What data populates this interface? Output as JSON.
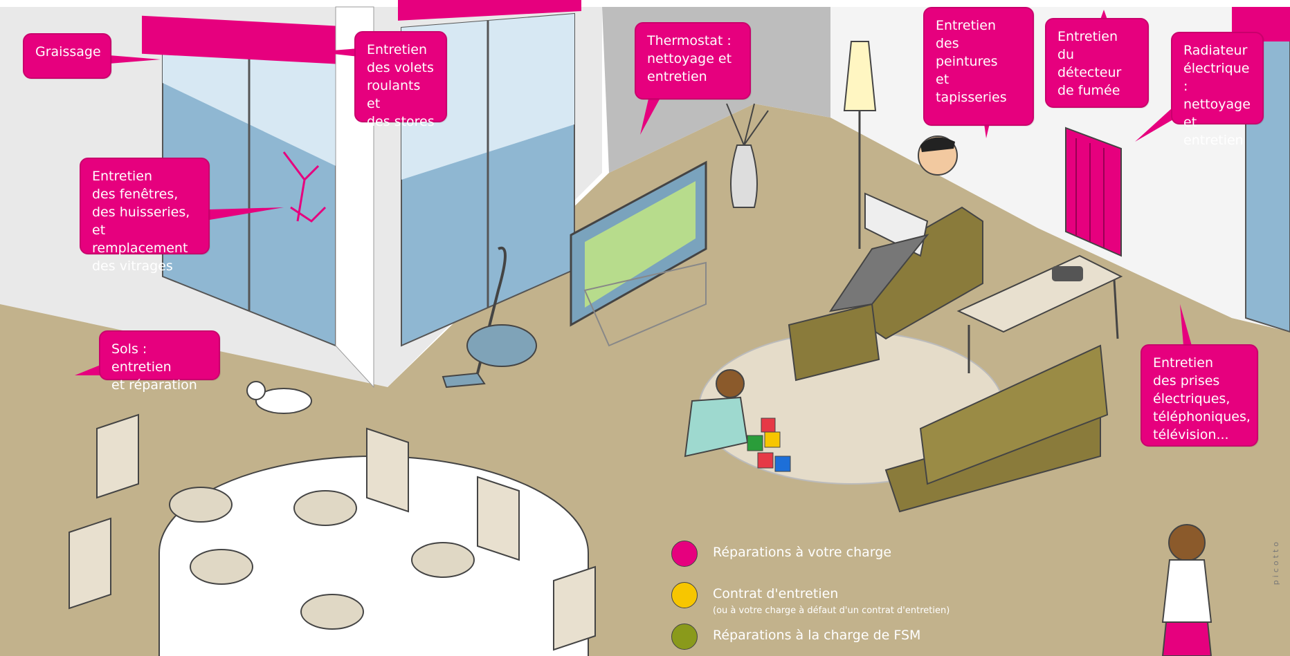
{
  "colors": {
    "magenta": "#e6007e",
    "yellow": "#f7c600",
    "olive": "#8a9a1b",
    "floor": "#c2b28c",
    "wall": "#eeeeee"
  },
  "callouts": {
    "graissage": "Graissage",
    "volets": "Entretien\ndes volets\nroulants et\ndes stores",
    "thermostat": "Thermostat :\nnettoyage et\nentretien",
    "peintures": "Entretien\ndes peintures\net tapisseries",
    "detecteur": "Entretien\ndu détecteur\nde fumée",
    "radiateur": "Radiateur\nélectrique :\nnettoyage\net entretien",
    "fenetres": "Entretien\ndes fenêtres,\ndes huisseries,\net remplacement\ndes vitrages",
    "sols": "Sols : entretien\net réparation",
    "prises": "Entretien\ndes prises\nélectriques,\ntéléphoniques,\ntélévision..."
  },
  "legend": {
    "items": [
      {
        "label": "Réparations à votre charge",
        "sub": "",
        "color": "#e6007e"
      },
      {
        "label": "Contrat d'entretien",
        "sub": "(ou à votre charge à défaut d'un contrat d'entretien)",
        "color": "#f7c600"
      },
      {
        "label": "Réparations à la charge de FSM",
        "sub": "",
        "color": "#8a9a1b"
      }
    ]
  },
  "credit": "picotto"
}
